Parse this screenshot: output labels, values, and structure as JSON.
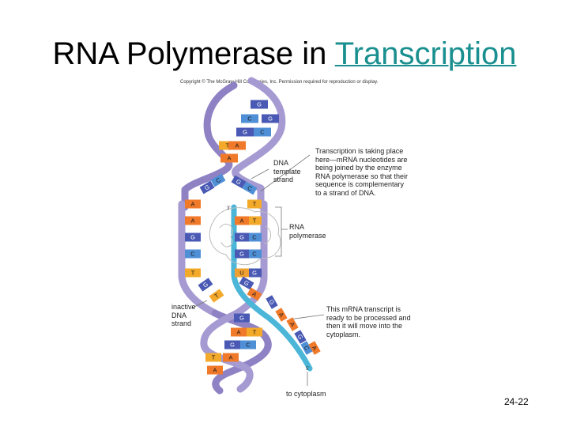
{
  "slide": {
    "title_prefix": "RNA Polymerase in ",
    "title_link": "Transcription",
    "copyright": "Copyright © The McGraw-Hill Companies, Inc. Permission required for reproduction or display.",
    "slide_number": "24-22"
  },
  "labels": {
    "template_strand": [
      "DNA",
      "template",
      "strand"
    ],
    "transcription_note": [
      "Transcription is taking place",
      "here—mRNA nucleotides are",
      "being joined by the enzyme",
      "RNA polymerase so that their",
      "sequence is complementary",
      "to a strand of DNA."
    ],
    "polymerase": [
      "RNA",
      "polymerase"
    ],
    "inactive_strand": [
      "inactive",
      "DNA",
      "strand"
    ],
    "mrna_note": [
      "This mRNA transcript is",
      "ready to be processed and",
      "then it will move into the",
      "cytoplasm."
    ],
    "to_cytoplasm": "to cytoplasm",
    "end_3prime": "3'",
    "end_5prime": "5'"
  },
  "diagram": {
    "colors": {
      "backbone": "#a69ad2",
      "rna": "#4bb6d8",
      "A": "#f07a2a",
      "T": "#f3a92a",
      "G": "#4a5ab4",
      "C": "#4f8fd6"
    },
    "top_pairs": [
      [
        "",
        "G"
      ],
      [
        "C",
        "G"
      ],
      [
        "G",
        "C"
      ],
      [
        "T",
        "A"
      ],
      [
        "A",
        ""
      ]
    ],
    "open_left": [
      "G",
      "C"
    ],
    "open_right": [
      "G",
      "C"
    ],
    "template_bases": [
      "T",
      "T",
      "C",
      "C",
      "G"
    ],
    "rna_bases": [
      "A",
      "G",
      "G",
      "U"
    ],
    "inactive_bases": [
      "A",
      "A",
      "G",
      "C",
      "T"
    ],
    "lower_left": [
      "G",
      "T"
    ],
    "lower_right": [
      "G",
      "A"
    ],
    "tail_bases": [
      "G",
      "A",
      "A",
      "G",
      "C",
      "A"
    ],
    "bottom_pairs": [
      [
        "G",
        ""
      ],
      [
        "A",
        "T"
      ],
      [
        "G",
        "C"
      ],
      [
        "T",
        "A"
      ],
      [
        "A",
        ""
      ]
    ]
  }
}
